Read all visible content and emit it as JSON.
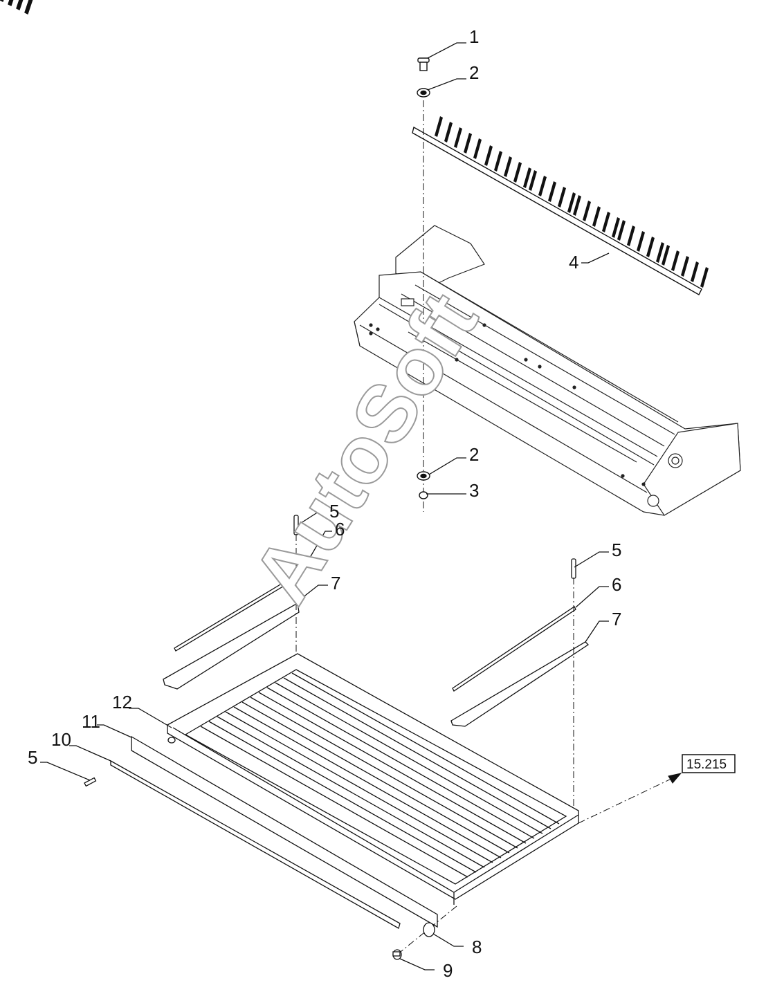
{
  "watermark": "AutoSoft",
  "reference": "15.215",
  "callouts": [
    "1",
    "2",
    "4",
    "2",
    "3",
    "5",
    "6",
    "7",
    "5",
    "6",
    "7",
    "12",
    "11",
    "10",
    "5",
    "8",
    "9"
  ],
  "colors": {
    "ink": "#111111",
    "watermark_outline": "#9a9a9a",
    "background": "#ffffff"
  }
}
